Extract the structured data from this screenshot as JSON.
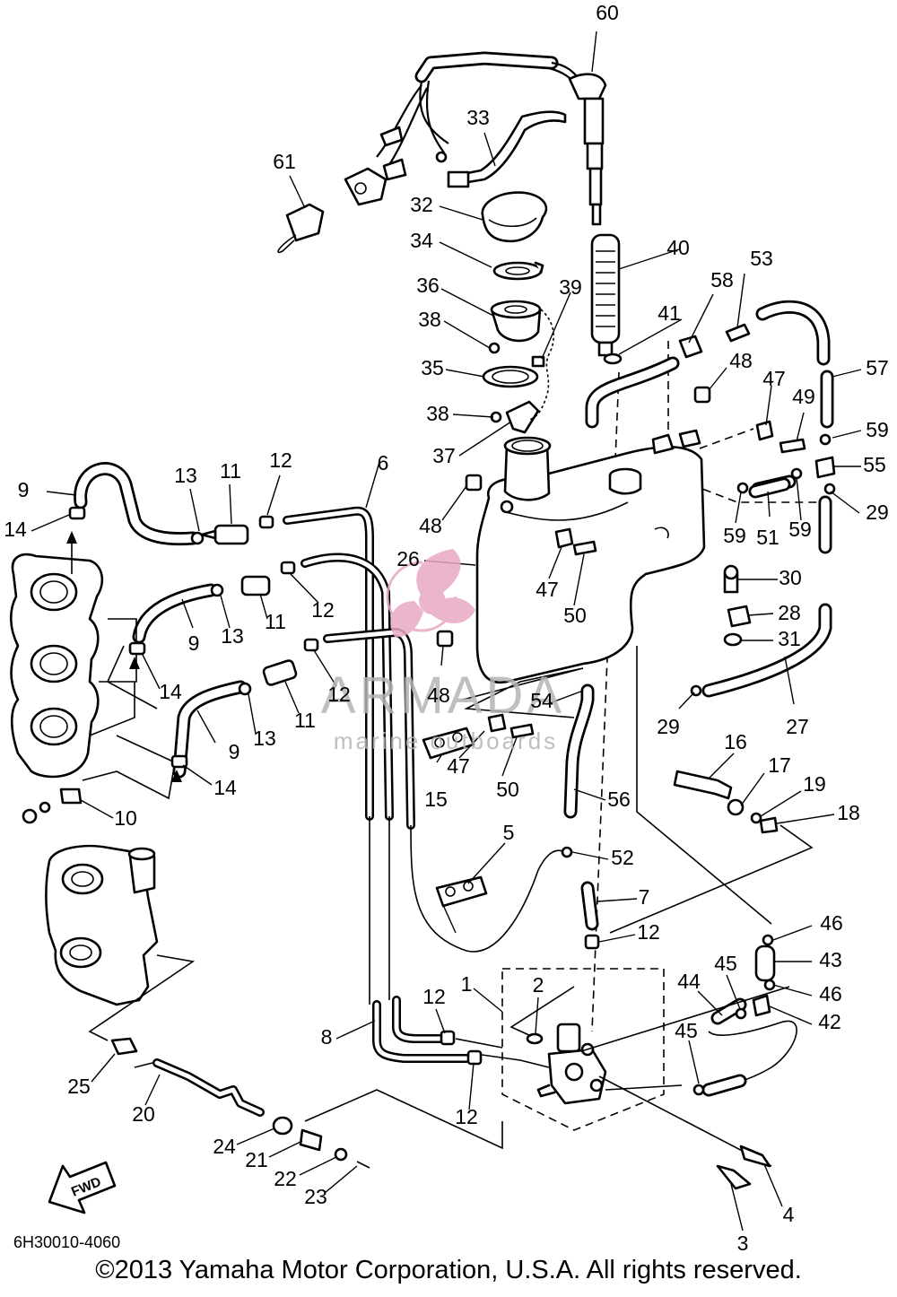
{
  "diagram": {
    "part_numbers": [
      "1",
      "2",
      "3",
      "4",
      "5",
      "6",
      "7",
      "8",
      "9",
      "10",
      "11",
      "12",
      "13",
      "14",
      "15",
      "16",
      "17",
      "18",
      "19",
      "20",
      "21",
      "22",
      "23",
      "24",
      "25",
      "26",
      "27",
      "28",
      "29",
      "30",
      "31",
      "32",
      "33",
      "34",
      "35",
      "36",
      "37",
      "38",
      "39",
      "40",
      "41",
      "42",
      "43",
      "44",
      "45",
      "46",
      "47",
      "48",
      "49",
      "50",
      "51",
      "52",
      "53",
      "54",
      "55",
      "56",
      "57",
      "58",
      "59",
      "60",
      "61"
    ],
    "fwd_label": "FWD",
    "reference_code": "6H30010-4060"
  },
  "watermark": {
    "brand": "ARMADA",
    "tagline": "marine outboards",
    "logo_color": "#e9a9c6",
    "text_color": "#b4b4b4"
  },
  "footer": {
    "copyright": "©2013 Yamaha Motor Corporation, U.S.A. All rights reserved."
  }
}
